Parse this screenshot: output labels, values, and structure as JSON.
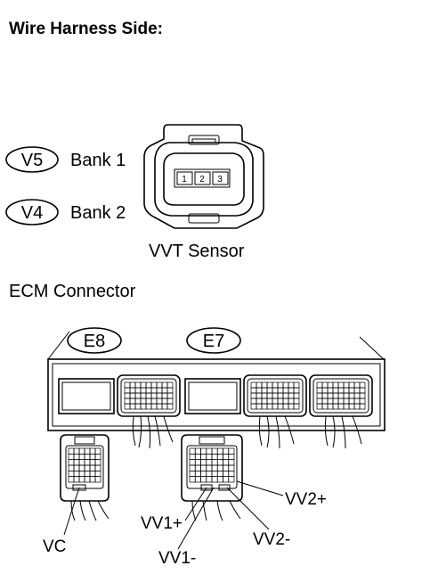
{
  "title": "Wire Harness Side:",
  "vvt_sensor": {
    "label": "VVT Sensor",
    "pins": [
      "1",
      "2",
      "3"
    ],
    "codes": [
      {
        "code": "V5",
        "bank": "Bank 1"
      },
      {
        "code": "V4",
        "bank": "Bank 2"
      }
    ]
  },
  "ecm": {
    "label": "ECM Connector",
    "connectors": [
      "E8",
      "E7"
    ],
    "terminals": {
      "vc": "VC",
      "vv1_plus": "VV1+",
      "vv1_minus": "VV1-",
      "vv2_plus": "VV2+",
      "vv2_minus": "VV2-"
    }
  }
}
